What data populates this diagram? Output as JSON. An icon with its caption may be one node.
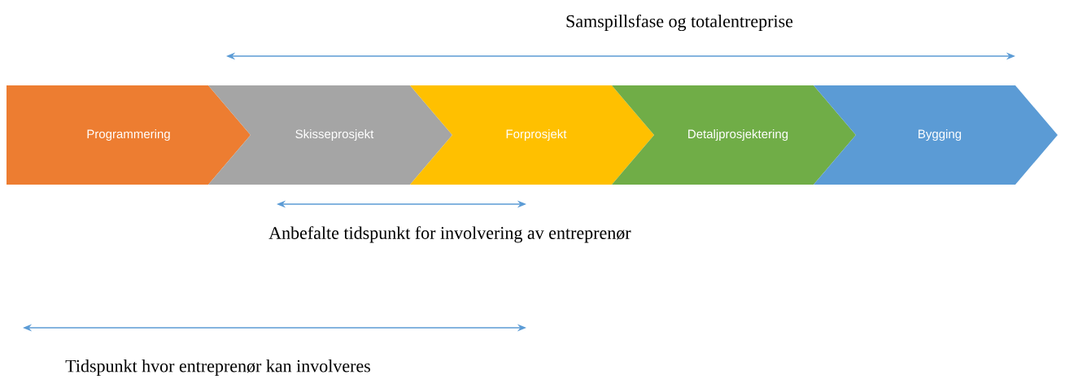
{
  "diagram": {
    "nodes": [
      {
        "text": [
          "Programmering"
        ]
      },
      {
        "text": [
          "Skisseprosjekt"
        ]
      },
      {
        "text": [
          "Forprosjekt"
        ]
      },
      {
        "text": [
          "Detaljprosjektering"
        ]
      },
      {
        "text": [
          "Bygging"
        ]
      }
    ],
    "labels": [
      "Samspillsfase og totalentreprise",
      "Anbefalte tidspunkt for involvering av entreprenør",
      "Tidspunkt hvor entreprenør kan involveres"
    ]
  }
}
